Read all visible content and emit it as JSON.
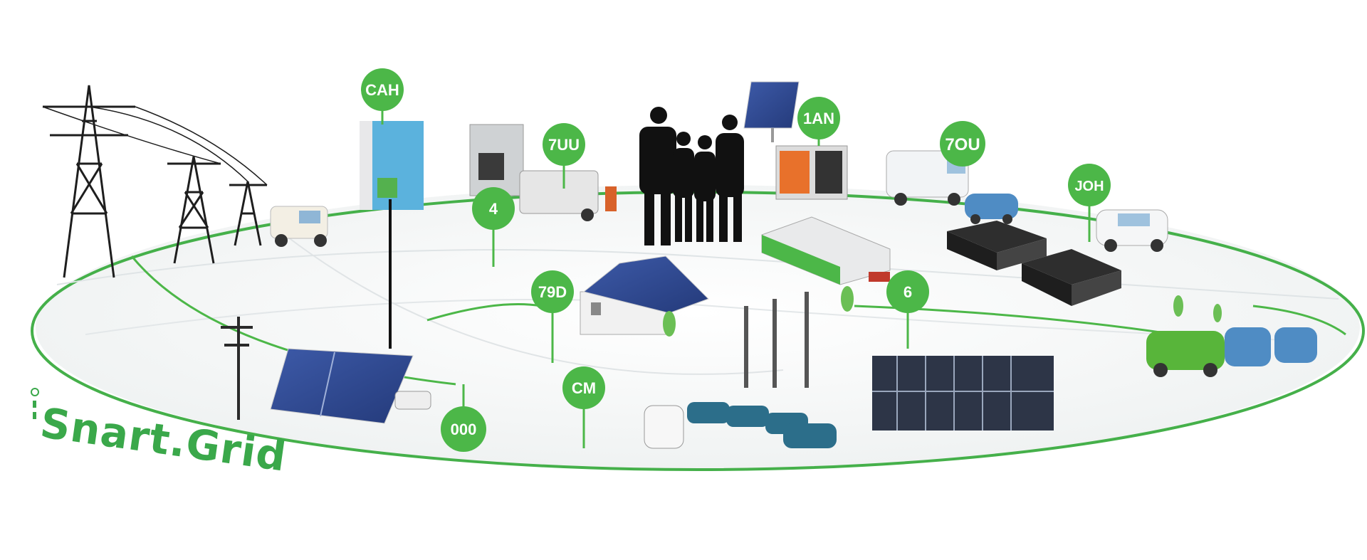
{
  "brand": {
    "text": "Snart.Grid"
  },
  "colors": {
    "accent": "#4cb748",
    "ring": "#45b04a",
    "panel": "#2f4a8f",
    "ground": "#f2f4f4"
  },
  "pins": [
    {
      "id": "pin-1",
      "label": "CAH"
    },
    {
      "id": "pin-2",
      "label": "7UU"
    },
    {
      "id": "pin-3",
      "label": "4"
    },
    {
      "id": "pin-4",
      "label": "1AN"
    },
    {
      "id": "pin-5",
      "label": "7OU"
    },
    {
      "id": "pin-6",
      "label": "JOH"
    },
    {
      "id": "pin-7",
      "label": "79D"
    },
    {
      "id": "pin-8",
      "label": "6"
    },
    {
      "id": "pin-9",
      "label": "CM"
    },
    {
      "id": "pin-10",
      "label": "000"
    }
  ]
}
